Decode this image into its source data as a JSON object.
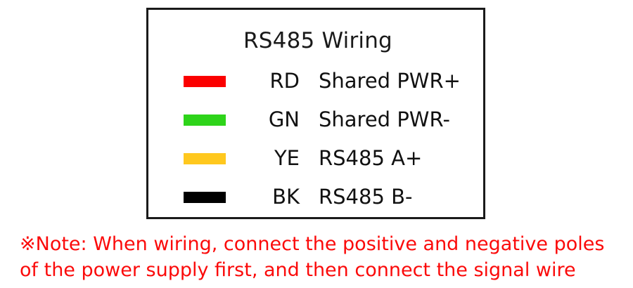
{
  "legend": {
    "title": "RS485 Wiring",
    "rows": [
      {
        "swatch_color": "#fb0000",
        "color_name": "red-swatch",
        "code": "RD",
        "description": "Shared PWR+"
      },
      {
        "swatch_color": "#2ed41a",
        "color_name": "green-swatch",
        "code": "GN",
        "description": "Shared PWR-"
      },
      {
        "swatch_color": "#ffc81e",
        "color_name": "yellow-swatch",
        "code": "YE",
        "description": "RS485 A+"
      },
      {
        "swatch_color": "#000000",
        "color_name": "black-swatch",
        "code": "BK",
        "description": "RS485 B-"
      }
    ]
  },
  "note": {
    "marker": "※",
    "color": "#fb0a0a",
    "line1": "Note: When wiring, connect the positive and negative poles",
    "line2": "of the power supply first, and then connect the signal wire"
  }
}
